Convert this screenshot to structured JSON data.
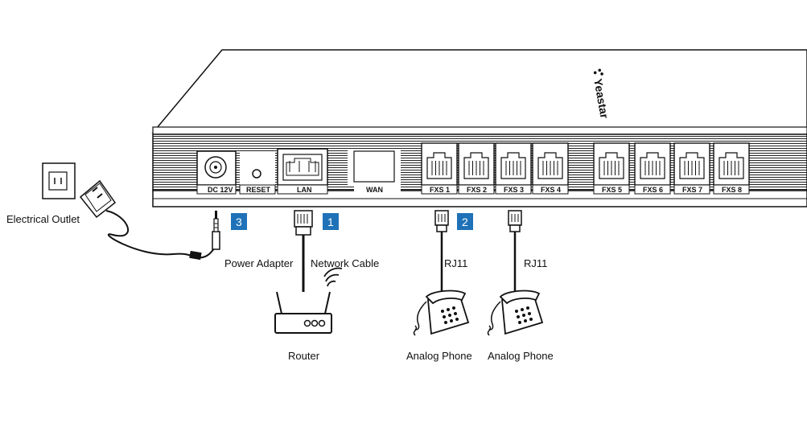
{
  "brand": "Yeastar",
  "ports": {
    "dc": "DC 12V",
    "reset": "RESET",
    "lan": "LAN",
    "wan": "WAN",
    "fxs": [
      "FXS 1",
      "FXS 2",
      "FXS 3",
      "FXS 4",
      "FXS 5",
      "FXS 6",
      "FXS 7",
      "FXS 8"
    ]
  },
  "steps": [
    "3",
    "1",
    "2"
  ],
  "labels": {
    "electrical_outlet": "Electrical Outlet",
    "power_adapter": "Power Adapter",
    "network_cable": "Network Cable",
    "rj11_a": "RJ11",
    "rj11_b": "RJ11",
    "router": "Router",
    "phone_a": "Analog Phone",
    "phone_b": "Analog Phone"
  },
  "colors": {
    "step_badge": "#1f72b8",
    "line": "#111111"
  }
}
